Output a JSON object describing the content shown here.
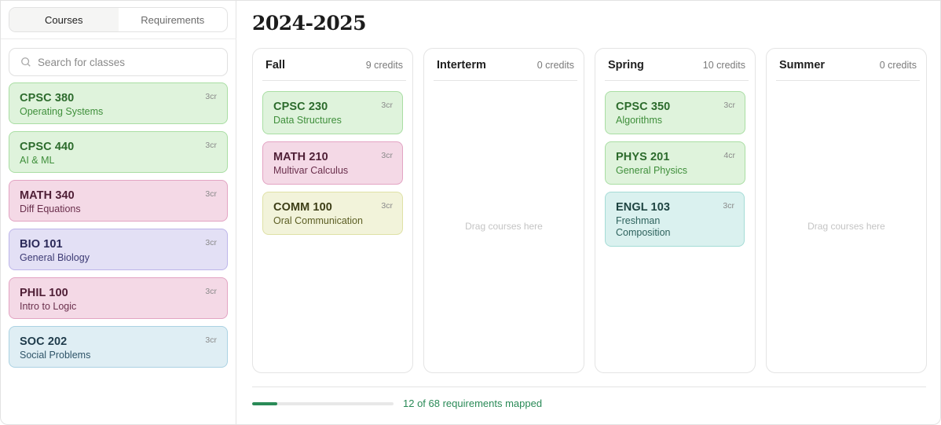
{
  "sidebar": {
    "tabs": [
      {
        "label": "Courses",
        "active": true
      },
      {
        "label": "Requirements",
        "active": false
      }
    ],
    "search": {
      "placeholder": "Search for classes",
      "value": "",
      "icon": "search-icon"
    },
    "courses": [
      {
        "code": "CPSC 380",
        "name": "Operating Systems",
        "credits": "3cr",
        "color": "green"
      },
      {
        "code": "CPSC 440",
        "name": "AI & ML",
        "credits": "3cr",
        "color": "green"
      },
      {
        "code": "MATH 340",
        "name": "Diff Equations",
        "credits": "3cr",
        "color": "pink"
      },
      {
        "code": "BIO 101",
        "name": "General Biology",
        "credits": "3cr",
        "color": "purple"
      },
      {
        "code": "PHIL 100",
        "name": "Intro to Logic",
        "credits": "3cr",
        "color": "pink"
      },
      {
        "code": "SOC 202",
        "name": "Social Problems",
        "credits": "3cr",
        "color": "blue"
      }
    ]
  },
  "main": {
    "year_title": "2024-2025",
    "terms": [
      {
        "name": "Fall",
        "credits": "9 credits",
        "courses": [
          {
            "code": "CPSC 230",
            "name": "Data Structures",
            "credits": "3cr",
            "color": "green"
          },
          {
            "code": "MATH 210",
            "name": "Multivar Calculus",
            "credits": "3cr",
            "color": "pink"
          },
          {
            "code": "COMM 100",
            "name": "Oral Communication",
            "credits": "3cr",
            "color": "yellow"
          }
        ]
      },
      {
        "name": "Interterm",
        "credits": "0 credits",
        "courses": [],
        "empty_hint": "Drag courses here"
      },
      {
        "name": "Spring",
        "credits": "10 credits",
        "courses": [
          {
            "code": "CPSC 350",
            "name": "Algorithms",
            "credits": "3cr",
            "color": "green"
          },
          {
            "code": "PHYS 201",
            "name": "General Physics",
            "credits": "4cr",
            "color": "green"
          },
          {
            "code": "ENGL 103",
            "name": "Freshman Composition",
            "credits": "3cr",
            "color": "teal"
          }
        ]
      },
      {
        "name": "Summer",
        "credits": "0 credits",
        "courses": [],
        "empty_hint": "Drag courses here"
      }
    ],
    "progress": {
      "label": "12 of 68 requirements mapped",
      "mapped": 12,
      "total": 68,
      "color": "#2a8a57"
    }
  },
  "colors": {
    "green": "#dff3dc",
    "pink": "#f4d9e6",
    "purple": "#e3e0f5",
    "blue": "#dfeef4",
    "yellow": "#f2f3da",
    "teal": "#daf1ef"
  }
}
